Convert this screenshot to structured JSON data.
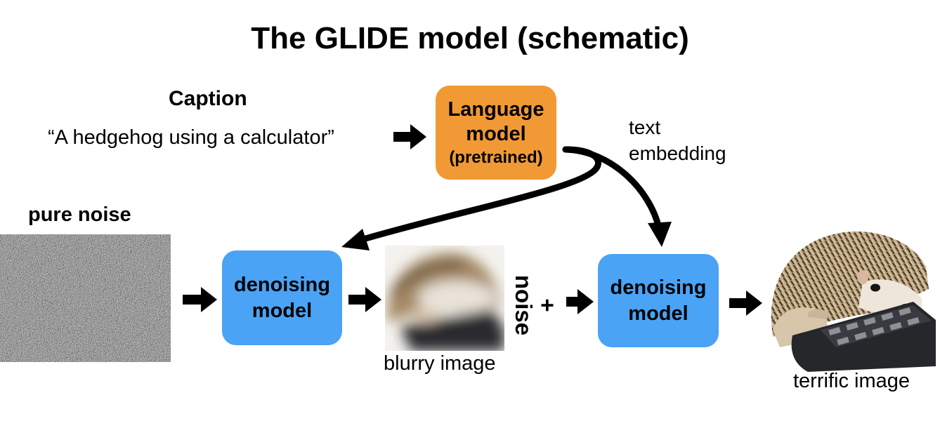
{
  "title": "The GLIDE model (schematic)",
  "caption": {
    "heading": "Caption",
    "text": "“A hedgehog using a calculator”"
  },
  "language_model": {
    "line1": "Language",
    "line2": "model",
    "line3": "(pretrained)"
  },
  "text_embedding": {
    "line1": "text",
    "line2": "embedding"
  },
  "pure_noise_label": "pure noise",
  "denoising_model_1": {
    "line1": "denoising",
    "line2": "model"
  },
  "blurry_label": "blurry image",
  "plus_noise": {
    "plus": "+",
    "word": "noise"
  },
  "denoising_model_2": {
    "line1": "denoising",
    "line2": "model"
  },
  "terrific_label": "terrific image",
  "colors": {
    "language_model": "#f19a35",
    "denoising_model": "#4aa3f5",
    "arrows": "#000000"
  }
}
